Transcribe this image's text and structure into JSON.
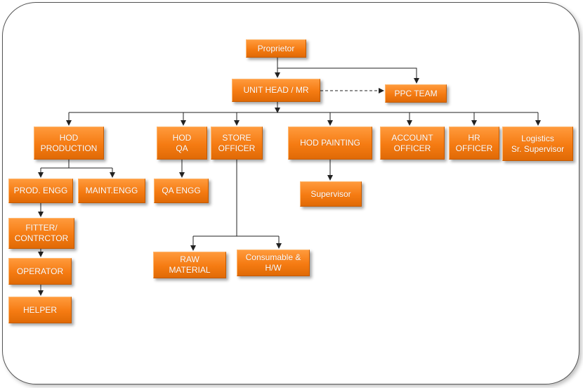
{
  "org": {
    "proprietor": "Proprietor",
    "unit_head": "UNIT HEAD / MR",
    "ppc_team": "PPC TEAM",
    "hod_production": "HOD\nPRODUCTION",
    "hod_qa": "HOD\nQA",
    "store_officer": "STORE\nOFFICER",
    "hod_painting": "HOD PAINTING",
    "account_officer": "ACCOUNT\nOFFICER",
    "hr_officer": "HR\nOFFICER",
    "logistics": "Logistics\nSr. Supervisor",
    "prod_engg": "PROD. ENGG",
    "maint_engg": "MAINT.ENGG",
    "qa_engg": "QA ENGG",
    "supervisor": "Supervisor",
    "fitter": "FITTER/\nCONTRCTOR",
    "operator": "OPERATOR",
    "helper": "HELPER",
    "raw_material": "RAW\nMATERIAL",
    "consumable": "Consumable &\nH/W"
  },
  "colors": {
    "box": "#f57b12",
    "text": "#ffffff",
    "line": "#222222"
  }
}
